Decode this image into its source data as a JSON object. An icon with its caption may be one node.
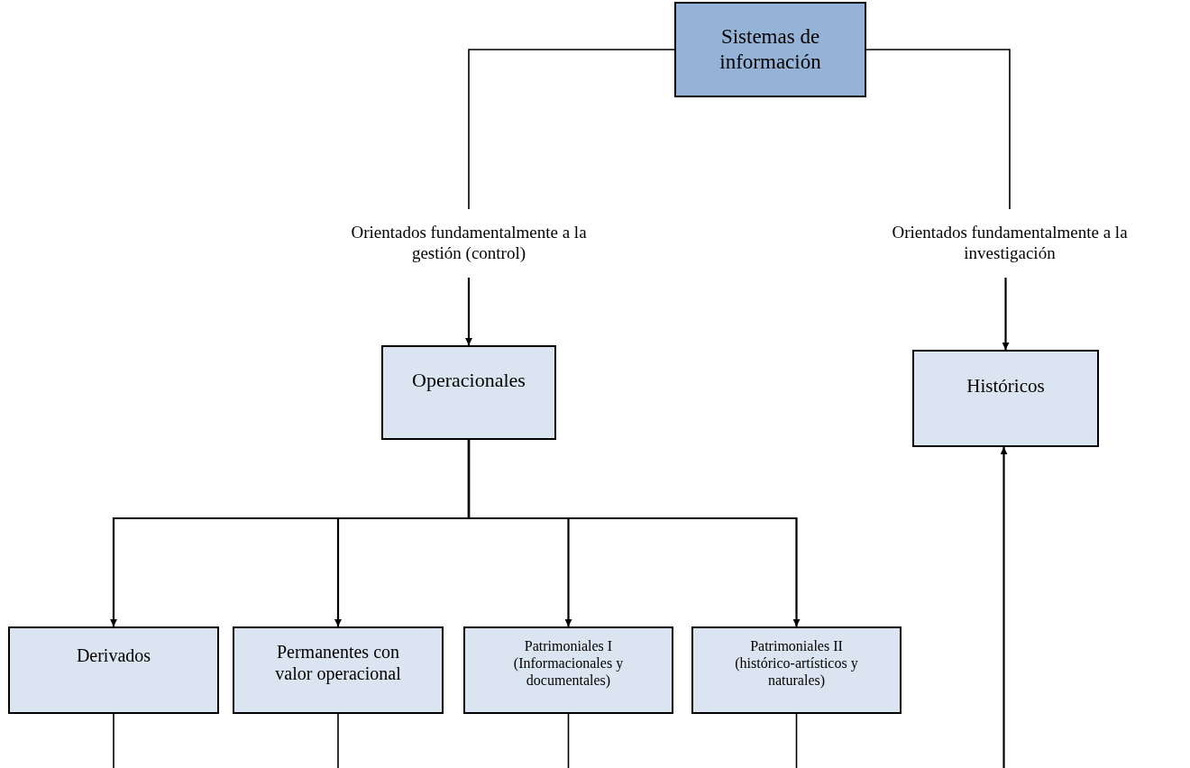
{
  "diagram": {
    "nodes": [
      {
        "text": [
          "Sistemas de información"
        ]
      },
      {
        "text": [
          "Orientados fundamentalmente a la gestión (control)"
        ]
      },
      {
        "text": [
          "Orientados fundamentalmente a la investigación"
        ]
      },
      {
        "text": [
          "Operacionales"
        ]
      },
      {
        "text": [
          "Históricos"
        ]
      },
      {
        "text": [
          "Derivados"
        ]
      },
      {
        "text": [
          "Permanentes con valor operacional"
        ]
      },
      {
        "text": [
          "Patrimoniales I (Informacionales y documentales)"
        ]
      },
      {
        "text": [
          "Patrimoniales II (histórico-artísticos y naturales)"
        ]
      }
    ],
    "edges": [
      {
        "from": 0,
        "to": 1,
        "arrow": "none"
      },
      {
        "from": 0,
        "to": 2,
        "arrow": "none"
      },
      {
        "from": 1,
        "to": 3,
        "arrow": "to"
      },
      {
        "from": 2,
        "to": 4,
        "arrow": "to"
      },
      {
        "from": 3,
        "to": 5,
        "arrow": "to"
      },
      {
        "from": 3,
        "to": 6,
        "arrow": "to"
      },
      {
        "from": 3,
        "to": 7,
        "arrow": "to"
      },
      {
        "from": 3,
        "to": 8,
        "arrow": "to"
      },
      {
        "from": 5,
        "to": null,
        "arrow": "none"
      },
      {
        "from": 6,
        "to": null,
        "arrow": "none"
      },
      {
        "from": 7,
        "to": null,
        "arrow": "none"
      },
      {
        "from": 8,
        "to": null,
        "arrow": "none"
      },
      {
        "from": null,
        "to": 4,
        "arrow": "to"
      }
    ]
  }
}
